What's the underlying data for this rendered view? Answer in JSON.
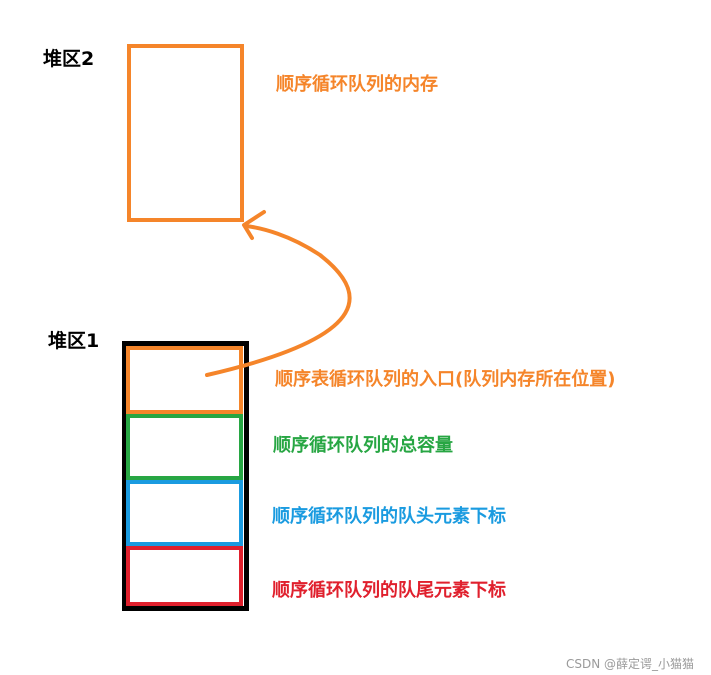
{
  "heap2": {
    "label": "堆区2",
    "desc": "顺序循环队列的内存"
  },
  "heap1": {
    "label": "堆区1",
    "fields": [
      {
        "desc": "顺序表循环队列的入口(队列内存所在位置)",
        "color": "#f5852a"
      },
      {
        "desc": "顺序循环队列的总容量",
        "color": "#27a643"
      },
      {
        "desc": "顺序循环队列的队头元素下标",
        "color": "#1a9be0"
      },
      {
        "desc": "顺序循环队列的队尾元素下标",
        "color": "#e0202d"
      }
    ]
  },
  "colors": {
    "orange": "#f5852a",
    "black": "#000000"
  },
  "watermark": "CSDN @薛定谔_小猫猫"
}
